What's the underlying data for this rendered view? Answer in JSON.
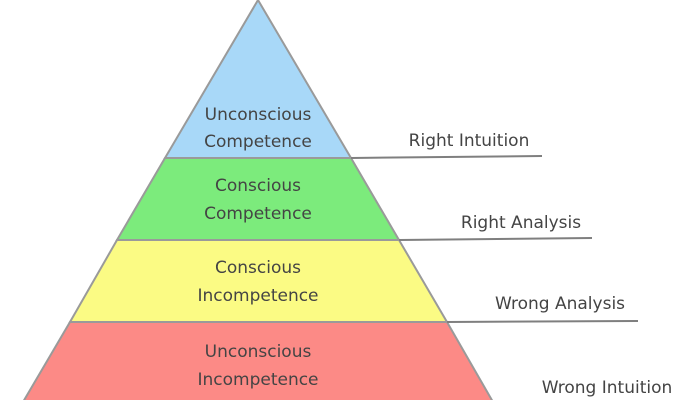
{
  "pyramid": {
    "layers": [
      {
        "lines": [
          "Unconscious",
          "Competence"
        ],
        "color": "#a8d8f8"
      },
      {
        "lines": [
          "Conscious",
          "Competence"
        ],
        "color": "#7ceb7c"
      },
      {
        "lines": [
          "Conscious",
          "Incompetence"
        ],
        "color": "#fbfb84"
      },
      {
        "lines": [
          "Unconscious",
          "Incompetence"
        ],
        "color": "#fc8a86"
      }
    ]
  },
  "side_labels": [
    {
      "text": "Right Intuition"
    },
    {
      "text": "Right Analysis"
    },
    {
      "text": "Wrong Analysis"
    },
    {
      "text": "Wrong Intuition"
    }
  ],
  "colors": {
    "outline": "#9a9a9a",
    "leader": "#7f7f7f",
    "text": "#444444"
  }
}
